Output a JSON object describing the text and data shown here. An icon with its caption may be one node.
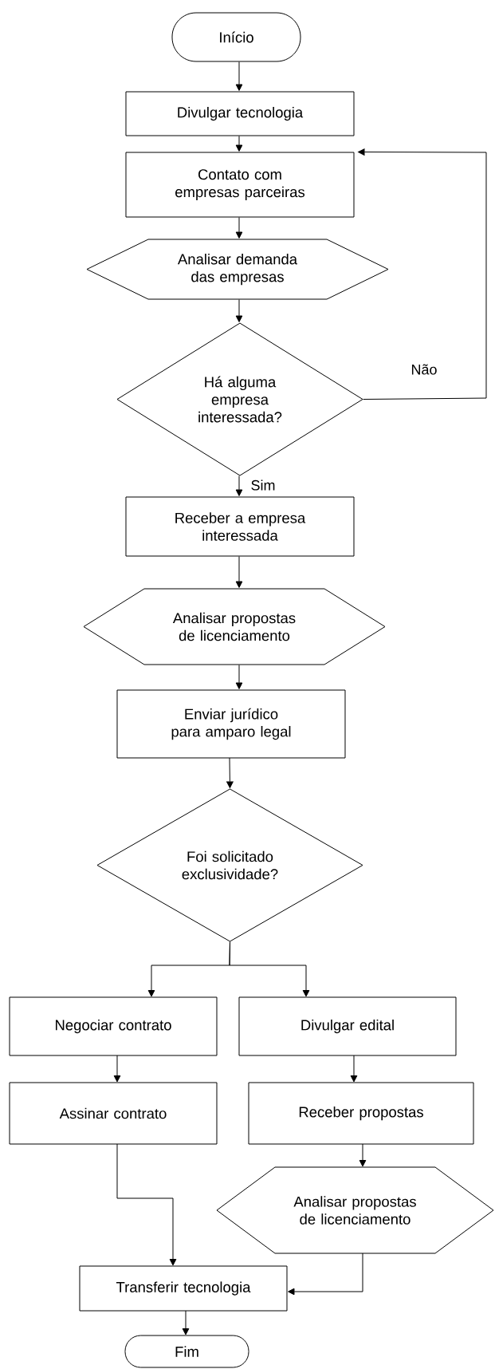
{
  "diagram": {
    "nodes": [
      {
        "text": [
          "Início"
        ]
      },
      {
        "text": [
          "Divulgar tecnologia"
        ]
      },
      {
        "text": [
          "Contato com empresas parceiras"
        ]
      },
      {
        "text": [
          "Analisar demanda das empresas"
        ]
      },
      {
        "text": [
          "Há alguma empresa interessada?"
        ]
      },
      {
        "text": [
          "Receber a empresa interessada"
        ]
      },
      {
        "text": [
          "Analisar propostas de licenciamento"
        ]
      },
      {
        "text": [
          "Enviar jurídico para amparo legal"
        ]
      },
      {
        "text": [
          "Foi solicitado exclusividade?"
        ]
      },
      {
        "text": [
          "Negociar contrato"
        ]
      },
      {
        "text": [
          "Divulgar edital"
        ]
      },
      {
        "text": [
          "Assinar contrato"
        ]
      },
      {
        "text": [
          "Receber propostas"
        ]
      },
      {
        "text": [
          "Analisar propostas de licenciamento"
        ]
      },
      {
        "text": [
          "Transferir tecnologia"
        ]
      },
      {
        "text": [
          "Fim"
        ]
      }
    ],
    "edges": [
      {
        "from": 0,
        "to": 1,
        "arrow": "to"
      },
      {
        "from": 1,
        "to": 2,
        "arrow": "to"
      },
      {
        "from": 2,
        "to": 3,
        "arrow": "to"
      },
      {
        "from": 3,
        "to": 4,
        "arrow": "to"
      },
      {
        "from": 4,
        "to": 5,
        "arrow": "to",
        "label": "Sim"
      },
      {
        "from": 4,
        "to": 2,
        "arrow": "to",
        "label": "Não"
      },
      {
        "from": 5,
        "to": 6,
        "arrow": "to"
      },
      {
        "from": 6,
        "to": 7,
        "arrow": "to"
      },
      {
        "from": 7,
        "to": 8,
        "arrow": "to"
      },
      {
        "from": 8,
        "to": 9,
        "arrow": "to"
      },
      {
        "from": 8,
        "to": 10,
        "arrow": "to"
      },
      {
        "from": 9,
        "to": 11,
        "arrow": "to"
      },
      {
        "from": 10,
        "to": 12,
        "arrow": "to"
      },
      {
        "from": 12,
        "to": 13,
        "arrow": "to"
      },
      {
        "from": 11,
        "to": 14,
        "arrow": "to"
      },
      {
        "from": 13,
        "to": 14,
        "arrow": "to"
      },
      {
        "from": 14,
        "to": 15,
        "arrow": "to"
      }
    ]
  }
}
